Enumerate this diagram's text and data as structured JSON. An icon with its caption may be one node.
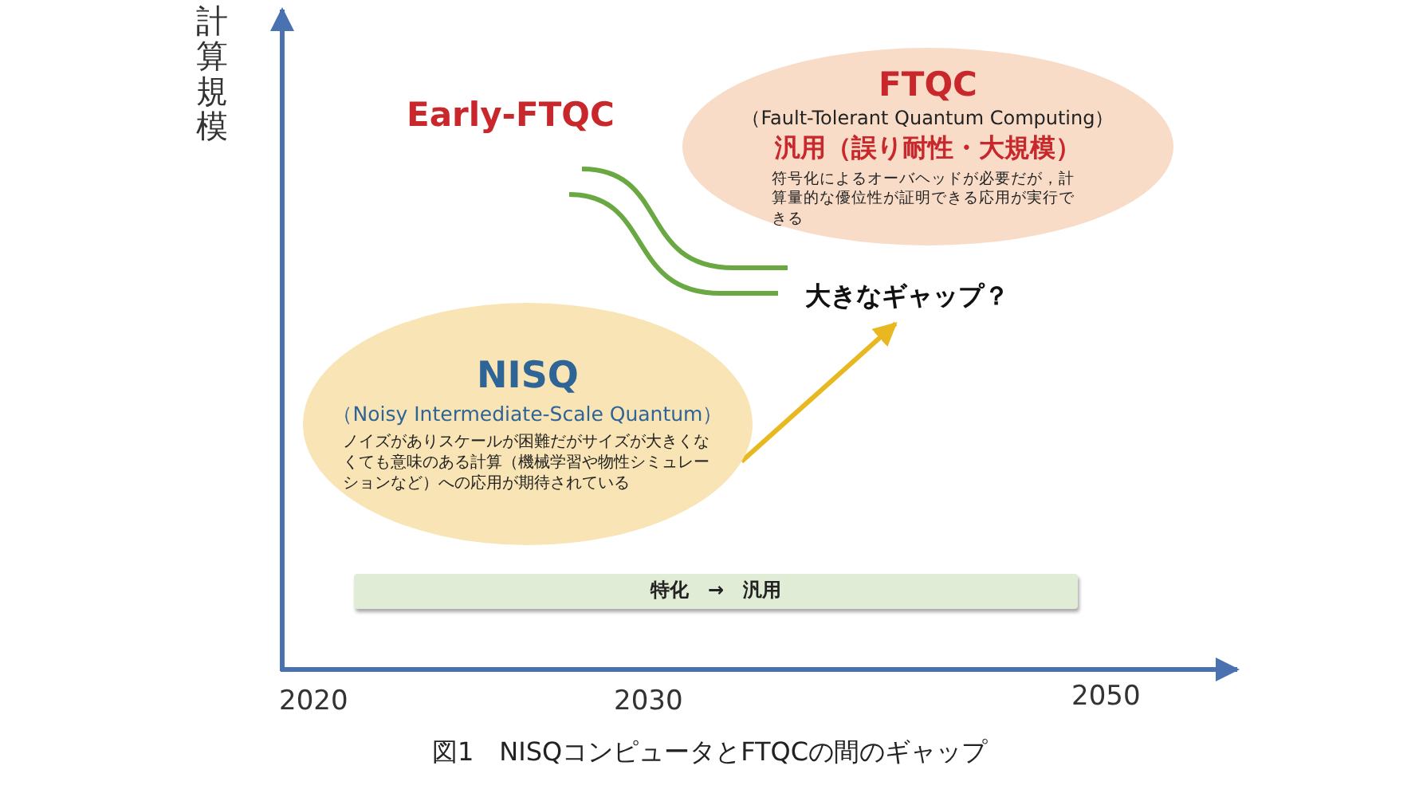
{
  "diagram": {
    "caption": "図1　NISQコンピュータとFTQCの間のギャップ",
    "nodes": [
      {
        "text": [
          "FTQC",
          "（Fault-Tolerant Quantum Computing）",
          "汎用（誤り耐性・大規模）",
          "符号化によるオーバヘッドが必要だが，計算量的な優位性が証明できる応用が実行できる"
        ]
      },
      {
        "text": [
          "NISQ",
          "（Noisy Intermediate-Scale Quantum）",
          "ノイズがありスケールが困難だがサイズが大きくなくても意味のある計算（機械学習や物性シミュレーションなど）への応用が期待されている"
        ]
      },
      {
        "text": [
          "大きなギャップ？"
        ]
      },
      {
        "text": [
          "特化　→　汎用"
        ]
      }
    ],
    "edges": [
      {
        "from": 1,
        "to": 2,
        "arrow": "to",
        "color": "#e8b820"
      }
    ],
    "labels": [
      "計算規模",
      "Early-FTQC",
      "2020",
      "2030",
      "2050"
    ]
  }
}
